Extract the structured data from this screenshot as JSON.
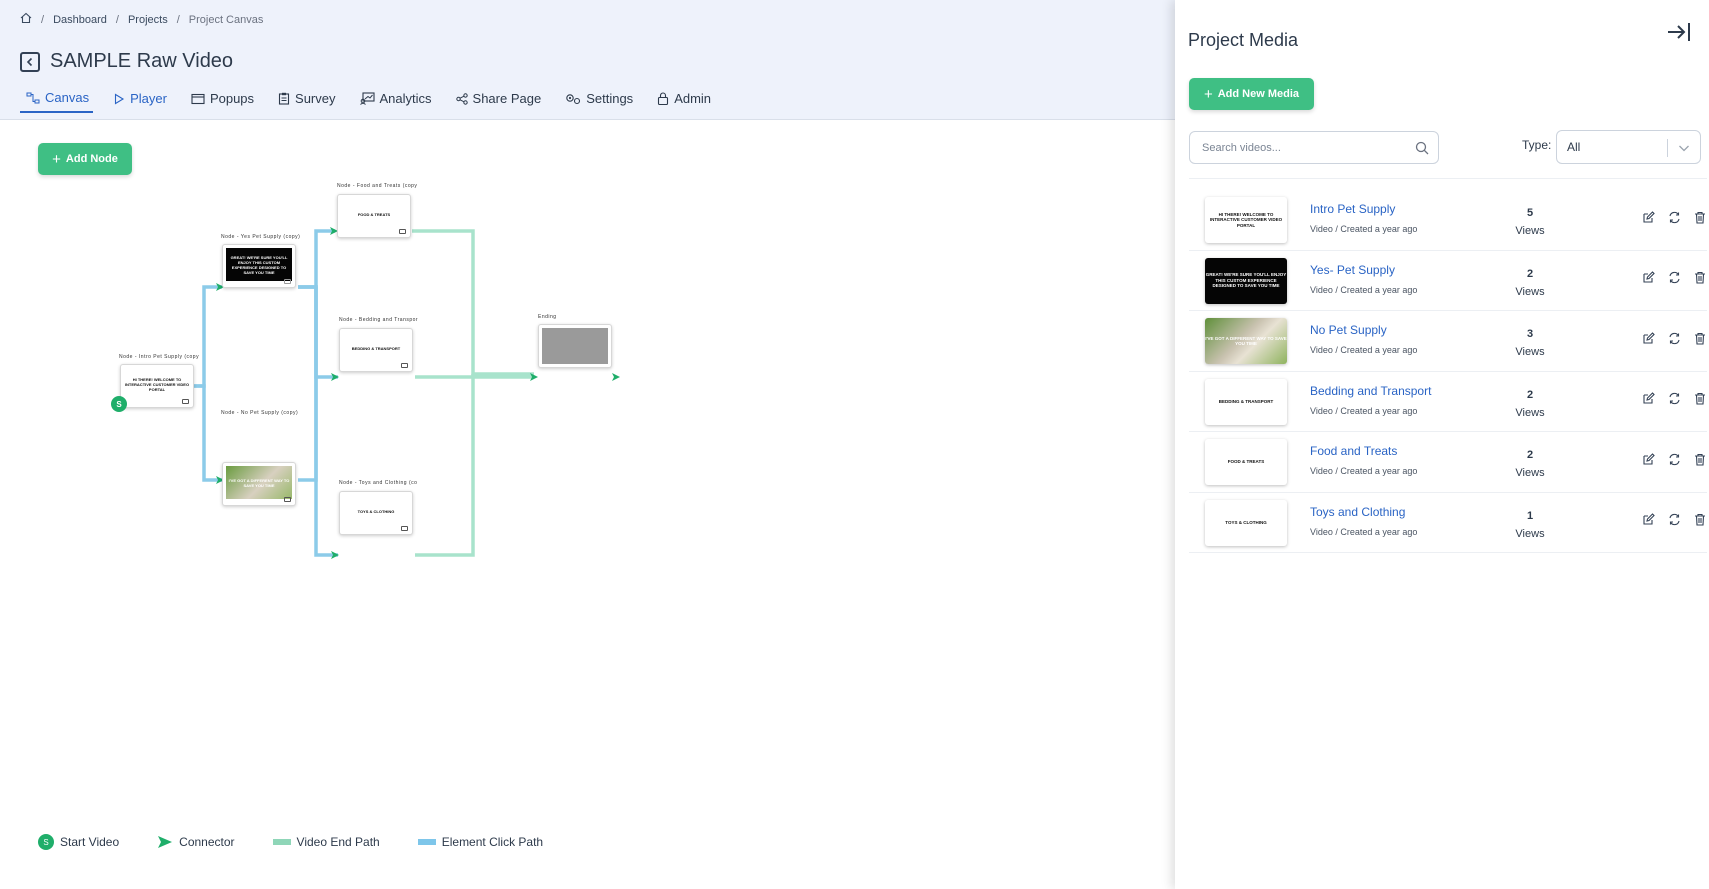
{
  "breadcrumb": {
    "items": [
      "Dashboard",
      "Projects"
    ],
    "current": "Project Canvas"
  },
  "project": {
    "title": "SAMPLE Raw Video"
  },
  "tabs": [
    {
      "label": "Canvas",
      "icon": "flow-icon"
    },
    {
      "label": "Player",
      "icon": "play-icon"
    },
    {
      "label": "Popups",
      "icon": "window-icon"
    },
    {
      "label": "Survey",
      "icon": "clipboard-icon"
    },
    {
      "label": "Analytics",
      "icon": "chart-user-icon"
    },
    {
      "label": "Share Page",
      "icon": "share-icon"
    },
    {
      "label": "Settings",
      "icon": "gears-icon"
    },
    {
      "label": "Admin",
      "icon": "lock-icon"
    }
  ],
  "canvas": {
    "add_node_label": "Add Node",
    "nodes": [
      {
        "label": "Node - Intro Pet Supply (copy",
        "thumb_text": "HI THERE! WELCOME TO INTERACTIVE CUSTOMER VIDEO PORTAL"
      },
      {
        "label": "Node - Yes Pet Supply (copy)",
        "thumb_text": "GREAT! WE'RE SURE YOU'LL ENJOY THIS CUSTOM EXPERIENCE DESIGNED TO SAVE YOU TIME"
      },
      {
        "label": "Node - No Pet Supply (copy)",
        "thumb_text": "I'VE GOT A DIFFERENT WAY TO SAVE YOU TIME"
      },
      {
        "label": "Node - Food and Treats (copy",
        "thumb_text": "FOOD & TREATS"
      },
      {
        "label": "Node - Bedding and Transpor",
        "thumb_text": "BEDDING & TRANSPORT"
      },
      {
        "label": "Node - Toys and Clothing (co",
        "thumb_text": "TOYS & CLOTHING"
      },
      {
        "label": "Ending",
        "thumb_text": ""
      }
    ],
    "start_badge": "S"
  },
  "legend": {
    "start": "Start Video",
    "start_badge": "S",
    "connector": "Connector",
    "video_end": "Video End Path",
    "element_click": "Element Click Path",
    "colors": {
      "start": "#1fae6a",
      "connector": "#1fae6a",
      "video_end": "#8fd6b8",
      "element_click": "#7ec6ea"
    }
  },
  "panel": {
    "title": "Project Media",
    "add_media_label": "Add New Media",
    "search_placeholder": "Search videos...",
    "type_label": "Type:",
    "type_value": "All",
    "media": [
      {
        "name": "Intro Pet Supply",
        "meta": "Video / Created a year ago",
        "views": "5",
        "views_label": "Views",
        "thumb": "white",
        "thumb_text": "HI THERE! WELCOME TO INTERACTIVE CUSTOMER VIDEO PORTAL"
      },
      {
        "name": "Yes- Pet Supply",
        "meta": "Video / Created a year ago",
        "views": "2",
        "views_label": "Views",
        "thumb": "dark",
        "thumb_text": "GREAT! WE'RE SURE YOU'LL ENJOY THIS CUSTOM EXPERIENCE DESIGNED TO SAVE YOU TIME"
      },
      {
        "name": "No Pet Supply",
        "meta": "Video / Created a year ago",
        "views": "3",
        "views_label": "Views",
        "thumb": "photo",
        "thumb_text": "I'VE GOT A DIFFERENT WAY TO SAVE YOU TIME"
      },
      {
        "name": "Bedding and Transport",
        "meta": "Video / Created a year ago",
        "views": "2",
        "views_label": "Views",
        "thumb": "white",
        "thumb_text": "BEDDING & TRANSPORT"
      },
      {
        "name": "Food and Treats",
        "meta": "Video / Created a year ago",
        "views": "2",
        "views_label": "Views",
        "thumb": "white",
        "thumb_text": "FOOD & TREATS"
      },
      {
        "name": "Toys and Clothing",
        "meta": "Video / Created a year ago",
        "views": "1",
        "views_label": "Views",
        "thumb": "white",
        "thumb_text": "TOYS & CLOTHING"
      }
    ]
  }
}
